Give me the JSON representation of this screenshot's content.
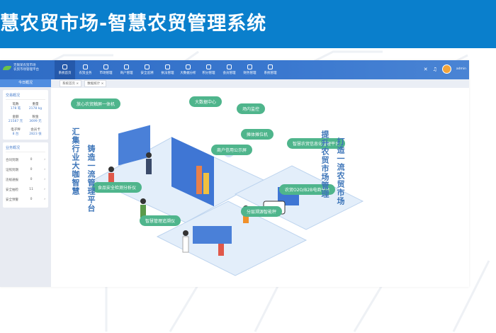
{
  "slide": {
    "title": "慧农贸市场-智慧农贸管理系统",
    "accent": "#0a7fcc"
  },
  "app": {
    "logo_line1": "无锡某农贸市场",
    "logo_line2": "农贸市场管理平台",
    "nav": [
      "系统首页",
      "农贸业务",
      "市场管理",
      "商户管理",
      "安全追溯",
      "执法管理",
      "大数据分析",
      "积分管理",
      "会员管理",
      "财务管理",
      "系统管理"
    ],
    "user": "admin",
    "tabs": [
      "系统首页 ×",
      "数据统计 ×"
    ],
    "sidebar": {
      "header": "今日概况",
      "trade_title": "交易概况",
      "stats": [
        {
          "label": "笔数",
          "value": "178 笔"
        },
        {
          "label": "重量",
          "value": "2178 kg"
        },
        {
          "label": "金额",
          "value": "21587 元"
        },
        {
          "label": "税金",
          "value": "3699 元"
        },
        {
          "label": "电子秤",
          "value": "8 台"
        },
        {
          "label": "会员卡",
          "value": "2823 张"
        }
      ],
      "biz_title": "业务概况",
      "rows": [
        {
          "label": "合同到期",
          "value": "0"
        },
        {
          "label": "证照到期",
          "value": "0"
        },
        {
          "label": "违规通报",
          "value": "0"
        },
        {
          "label": "安全抽检",
          "value": "11"
        },
        {
          "label": "安全预警",
          "value": "0"
        }
      ]
    },
    "illustration": {
      "bubbles": [
        "放心农贸触屏一体机",
        "大数据中心",
        "场内监控",
        "摊体摊位机",
        "商户信用公示屏",
        "智慧农贸信息化管理平台",
        "食品安全检测分析仪",
        "农贸O2O/B2B电商平台",
        "智慧管理追溯仪",
        "分层溯源智能秤"
      ],
      "slogan_left1": "汇集行业大咖智慧",
      "slogan_left2": "铸造一流管理平台",
      "slogan_right1": "提升农贸市场管理",
      "slogan_right2": "打造一流农贸市场"
    }
  }
}
